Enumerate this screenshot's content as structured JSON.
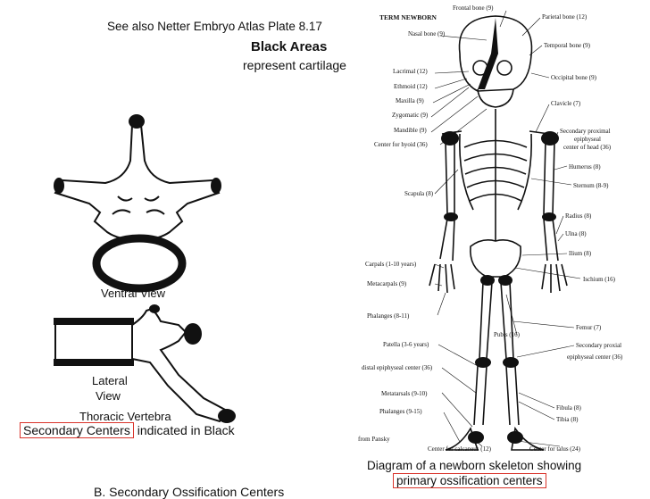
{
  "header": {
    "see_also": "See also Netter Embryo Atlas Plate 8.17",
    "black_areas": "Black Areas",
    "represent": "represent cartilage"
  },
  "vertebra": {
    "ventral_view": "Ventral View",
    "lateral": "Lateral",
    "view": "View",
    "thoracic": "Thoracic Vertebra",
    "caption_boxed": "Secondary Centers",
    "caption_rest": " indicated in Black"
  },
  "skeleton": {
    "term_newborn": "TERM NEWBORN",
    "from_pansky": "from Pansky",
    "labels_left": [
      "Nasal bone (9)",
      "Lacrimal (12)",
      "Ethmoid (12)",
      "Maxilla (9)",
      "Zygomatic (9)",
      "Mandible (9)",
      "Center for hyoid (36)",
      "Scapula (8)",
      "Carpals (1-10 years)",
      "Metacarpals (9)",
      "Phalanges (8-11)",
      "Patella (3-6 years)",
      "distal epiphyseal center (36)",
      "Metatarsals (9-10)",
      "Phalanges (9-15)",
      "Center for calcaneus (12)"
    ],
    "labels_right": [
      "Frontal bone (9)",
      "Parietal bone (12)",
      "Temporal bone (9)",
      "Occipital bone (9)",
      "Clavicle (7)",
      "Secondary proximal",
      "epiphyseal",
      "center of head (36)",
      "Humerus (8)",
      "Sternum (8-9)",
      "Radius (8)",
      "Ulna (8)",
      "Ilium (8)",
      "Ischium (16)",
      "Pubis (16)",
      "Femur (7)",
      "Secondary proxial",
      "epiphyseal center (36)",
      "Tibia (8)",
      "Fibula (8)",
      "Center for talus (24)"
    ],
    "caption_line1": "Diagram of a newborn skeleton showing",
    "caption_boxed": "primary ossification centers"
  },
  "footer": {
    "cut_text": "B. Secondary Ossification Centers"
  },
  "colors": {
    "highlight_box": "#d9342b",
    "ink": "#111111"
  }
}
